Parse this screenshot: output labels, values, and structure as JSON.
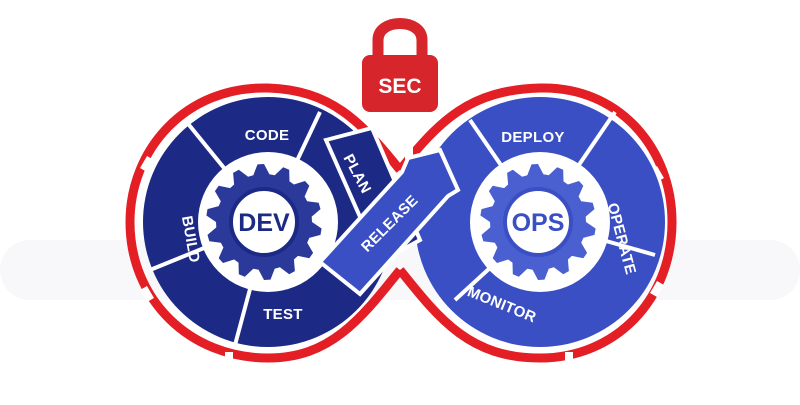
{
  "lock": {
    "label": "SEC",
    "icon": "padlock-icon"
  },
  "dev": {
    "hub_label": "DEV",
    "segments": {
      "code": "CODE",
      "plan": "PLAN",
      "build": "BUILD",
      "test": "TEST"
    }
  },
  "ops": {
    "hub_label": "OPS",
    "segments": {
      "deploy": "DEPLOY",
      "operate": "OPERATE",
      "monitor": "MONITOR"
    }
  },
  "release": "RELEASE",
  "colors": {
    "dev_fill": "#1c2a86",
    "ops_fill": "#3a4fc4",
    "ring_red": "#e31e24",
    "gear_dev": "#2b3a9a",
    "gear_ops": "#4a5fd0",
    "lock_red": "#d7262b"
  }
}
